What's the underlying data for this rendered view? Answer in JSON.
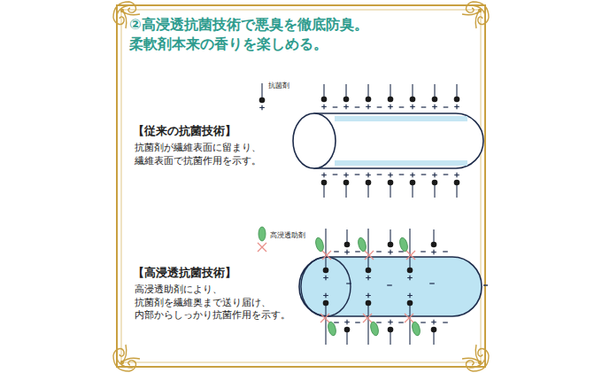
{
  "diagram": {
    "title": "②高浸透抗菌技術で悪臭を徹底防臭。 柔軟剤本来の香りを楽しめる。",
    "labels": [
      "抗菌剤",
      "【従来の抗菌技術】",
      "抗菌剤が繊維表面に留まり、 繊維表面で抗菌作用を示す。",
      "高浸透助剤",
      "【高浸透抗菌技術】",
      "高浸透助剤により、 抗菌剤を繊維奥まで送り届け、 内部からしっかり抗菌作用を示す。"
    ]
  }
}
